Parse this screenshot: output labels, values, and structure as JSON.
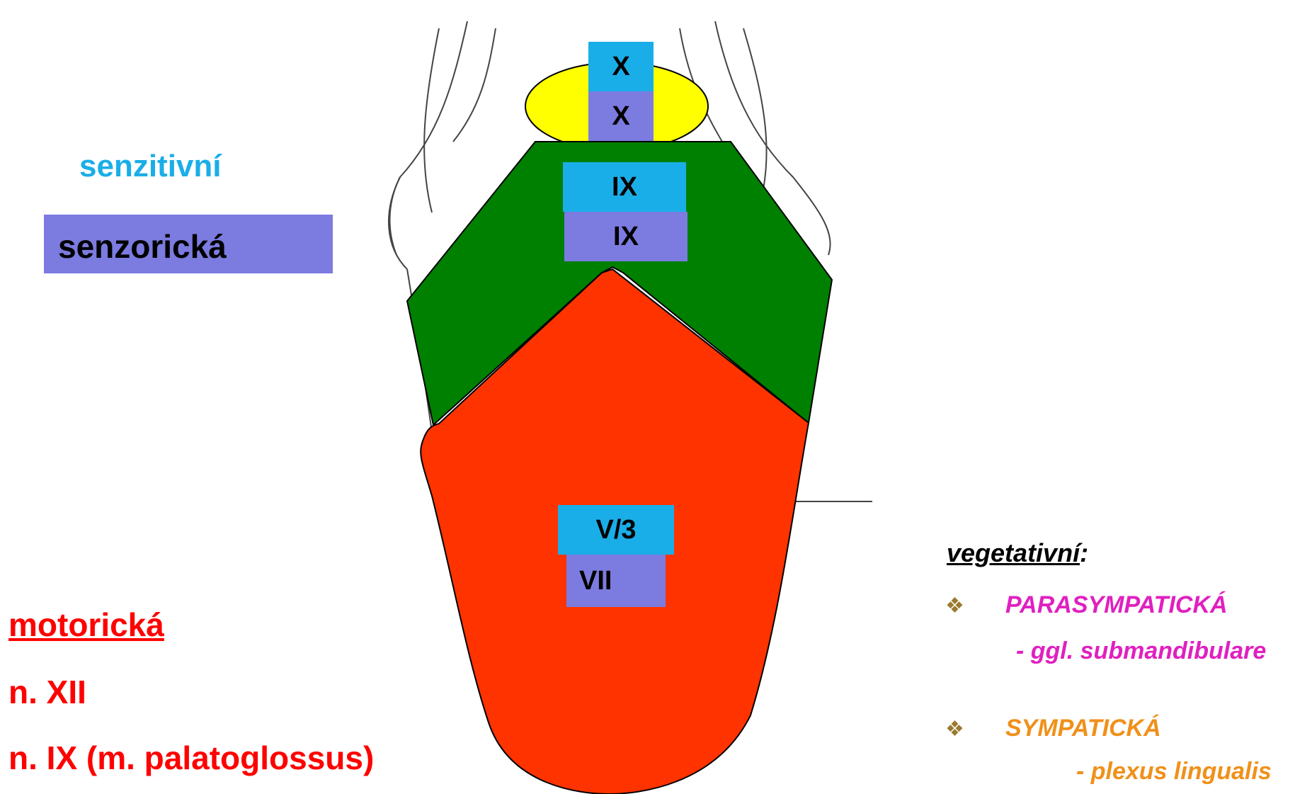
{
  "legend": {
    "sensitive": "senzitivní",
    "sensory": "senzorická"
  },
  "motor": {
    "title": "motorická",
    "items": [
      "n. XII",
      "n. IX  (m. palatoglossus)"
    ]
  },
  "vegetative": {
    "title": "vegetativní",
    "colon": ":",
    "bullet_icon": "diamond-bullet-icon",
    "parasympathetic": "PARASYMPATICKÁ",
    "parasympathetic_detail": "- ggl. submandibulare",
    "sympathetic": "SYMPATICKÁ",
    "sympathetic_detail": "- plexus lingualis"
  },
  "regions": {
    "root": {
      "sensitive": "X",
      "sensory": "X",
      "color": "#ffff00"
    },
    "posterior": {
      "sensitive": "IX",
      "sensory": "IX",
      "color": "#008000"
    },
    "anterior": {
      "sensitive": "V/3",
      "sensory": "VII",
      "color": "#ff3300"
    }
  },
  "colors": {
    "sensitive": "#1aaee8",
    "sensory": "#7b7be0",
    "motor": "#ff0000",
    "parasympathetic": "#e020c0",
    "sympathetic": "#f0901a"
  }
}
